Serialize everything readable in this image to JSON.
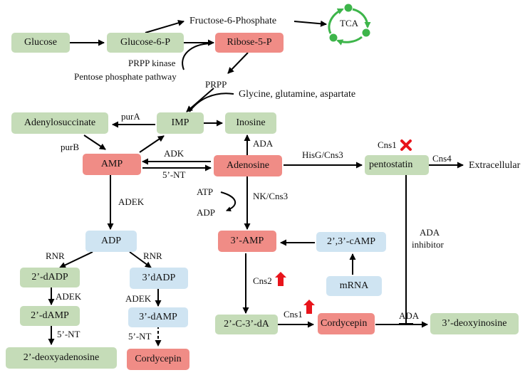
{
  "nodes": {
    "glucose": "Glucose",
    "glucose6p": "Glucose-6-P",
    "ribose5p": "Ribose-5-P",
    "fructose6p": "Fructose-6-Phosphate",
    "tca": "TCA",
    "imp": "IMP",
    "inosine": "Inosine",
    "adenylosuccinate": "Adenylosuccinate",
    "amp": "AMP",
    "adenosine": "Adenosine",
    "pentostatin": "pentostatin",
    "extracellular": "Extracellular",
    "adp": "ADP",
    "ampthree": "3’-AMP",
    "cyclic_amp": "2’,3’-cAMP",
    "mrna": "mRNA",
    "dadp2": "2’-dADP",
    "dadp3": "3’dADP",
    "damp2": "2’-dAMP",
    "damp3": "3’-dAMP",
    "deoxyadenosine2": "2’-deoxyadenosine",
    "cordycepin_left": "Cordycepin",
    "c3da": "2’-C-3’-dA",
    "cordycepin": "Cordycepin",
    "deoxyinosine3": "3’-deoxyinosine"
  },
  "labels": {
    "prpp_kinase": "PRPP kinase",
    "pentose_pathway": "Pentose phosphate pathway",
    "prpp": "PRPP",
    "glycine": "Glycine, glutamine, aspartate",
    "purA": "purA",
    "purB": "purB",
    "adk": "ADK",
    "nt5_mid": "5’-NT",
    "ada_top": "ADA",
    "hisg": "HisG/Cns3",
    "cns1_top": "Cns1",
    "cns4": "Cns4",
    "adek_mid": "ADEK",
    "atp": "ATP",
    "adp_small": "ADP",
    "nk": "NK/Cns3",
    "ada_inhibitor_1": "ADA",
    "ada_inhibitor_2": "inhibitor",
    "rnr_left": "RNR",
    "rnr_right": "RNR",
    "adek_left": "ADEK",
    "adek_right": "ADEK",
    "nt5_left": "5’-NT",
    "nt5_right": "5’-NT",
    "cns2": "Cns2",
    "cns1_bottom": "Cns1",
    "ada_bottom": "ADA"
  },
  "colors": {
    "green_node": "#c5dcb8",
    "red_node": "#f08c86",
    "blue_node": "#cfe4f2",
    "arrow": "#000000",
    "upregulated_arrow": "#e8141b",
    "knockout_cross": "#e8141b",
    "tca_cycle": "#3db54a"
  },
  "icons": {
    "upregulation": "red-up-arrow-icon",
    "knockout": "red-x-icon",
    "tca_cycle": "cycle-arrows-icon"
  }
}
